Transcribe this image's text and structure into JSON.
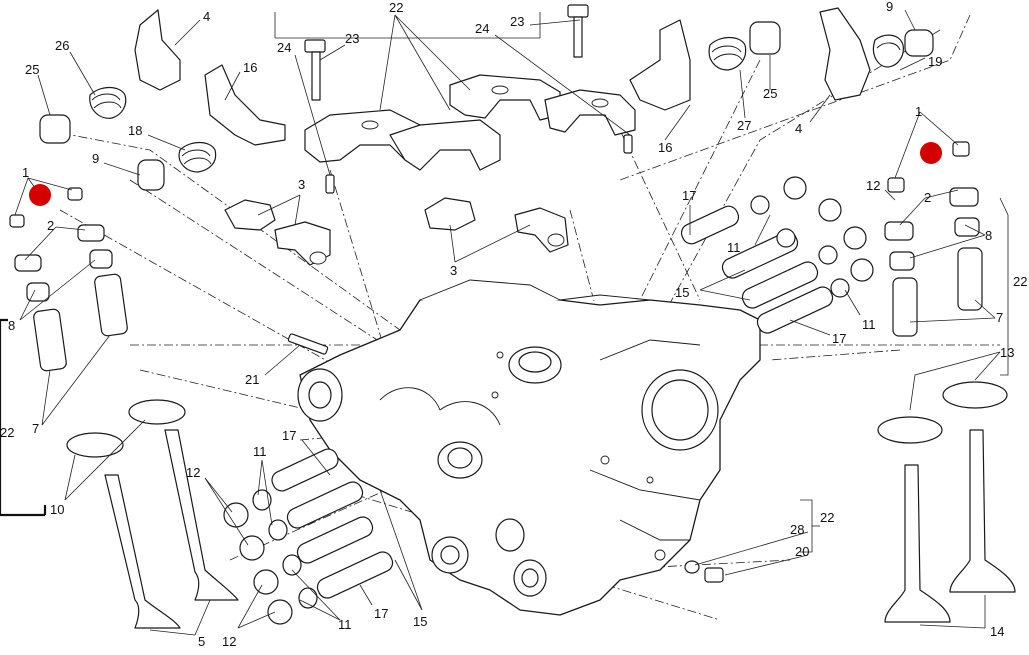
{
  "diagram": {
    "title": "",
    "marker_color": "#d40000",
    "callouts": [
      {
        "id": "c-4-top-left",
        "text": "4"
      },
      {
        "id": "c-26",
        "text": "26"
      },
      {
        "id": "c-25-left",
        "text": "25"
      },
      {
        "id": "c-16-left",
        "text": "16"
      },
      {
        "id": "c-18",
        "text": "18"
      },
      {
        "id": "c-9-left",
        "text": "9"
      },
      {
        "id": "c-1-left",
        "text": "1"
      },
      {
        "id": "c-2-left",
        "text": "2"
      },
      {
        "id": "c-8-left",
        "text": "8"
      },
      {
        "id": "c-7-left",
        "text": "7"
      },
      {
        "id": "c-22-left",
        "text": "22"
      },
      {
        "id": "c-10",
        "text": "10"
      },
      {
        "id": "c-22-top",
        "text": "22"
      },
      {
        "id": "c-23-left",
        "text": "23"
      },
      {
        "id": "c-24-left",
        "text": "24"
      },
      {
        "id": "c-24-right",
        "text": "24"
      },
      {
        "id": "c-23-right",
        "text": "23"
      },
      {
        "id": "c-3-upper",
        "text": "3"
      },
      {
        "id": "c-3-lower",
        "text": "3"
      },
      {
        "id": "c-16-right",
        "text": "16"
      },
      {
        "id": "c-27",
        "text": "27"
      },
      {
        "id": "c-25-right",
        "text": "25"
      },
      {
        "id": "c-9-right",
        "text": "9"
      },
      {
        "id": "c-19",
        "text": "19"
      },
      {
        "id": "c-4-right",
        "text": "4"
      },
      {
        "id": "c-1-right",
        "text": "1"
      },
      {
        "id": "c-12-right",
        "text": "12"
      },
      {
        "id": "c-2-right",
        "text": "2"
      },
      {
        "id": "c-8-right",
        "text": "8"
      },
      {
        "id": "c-22-right",
        "text": "22"
      },
      {
        "id": "c-7-right",
        "text": "7"
      },
      {
        "id": "c-13",
        "text": "13"
      },
      {
        "id": "c-17-upper",
        "text": "17"
      },
      {
        "id": "c-11-upper",
        "text": "11"
      },
      {
        "id": "c-15-upper",
        "text": "15"
      },
      {
        "id": "c-11-right",
        "text": "11"
      },
      {
        "id": "c-17-right",
        "text": "17"
      },
      {
        "id": "c-21",
        "text": "21"
      },
      {
        "id": "c-17-lower",
        "text": "17"
      },
      {
        "id": "c-11-lower-a",
        "text": "11"
      },
      {
        "id": "c-12-lower-a",
        "text": "12"
      },
      {
        "id": "c-12-lower-b",
        "text": "12"
      },
      {
        "id": "c-11-lower-b",
        "text": "11"
      },
      {
        "id": "c-17-bottom",
        "text": "17"
      },
      {
        "id": "c-15-lower",
        "text": "15"
      },
      {
        "id": "c-5",
        "text": "5"
      },
      {
        "id": "c-22-bottom",
        "text": "22"
      },
      {
        "id": "c-28",
        "text": "28"
      },
      {
        "id": "c-20",
        "text": "20"
      },
      {
        "id": "c-14",
        "text": "14"
      }
    ]
  }
}
